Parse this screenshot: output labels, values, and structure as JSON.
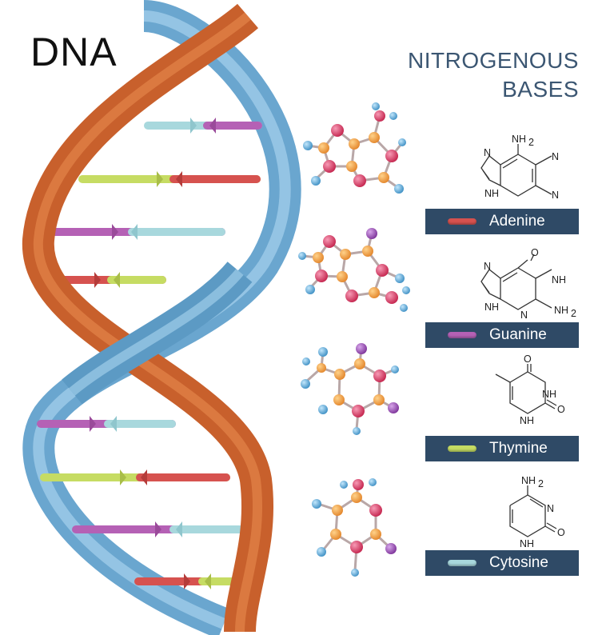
{
  "title": "DNA",
  "subtitle": {
    "line1": "NITROGENOUS",
    "line2": "BASES"
  },
  "bases": [
    {
      "name": "Adenine",
      "color": "#d6524f"
    },
    {
      "name": "Guanine",
      "color": "#b561b5"
    },
    {
      "name": "Thymine",
      "color": "#c6dc63"
    },
    {
      "name": "Cytosine",
      "color": "#a8d8dd"
    }
  ],
  "formula_labels": {
    "adenine": {
      "amine": "NH",
      "amine_sub": "2",
      "n1": "N",
      "n3": "N",
      "n7": "N",
      "nh9": "NH"
    },
    "guanine": {
      "oxygen": "O",
      "nh1": "NH",
      "n3": "N",
      "n7": "N",
      "nh9": "NH",
      "amine": "NH",
      "amine_sub": "2"
    },
    "thymine": {
      "o4": "O",
      "nh3": "NH",
      "nh1": "NH",
      "o2": "O"
    },
    "cytosine": {
      "amine": "NH",
      "amine_sub": "2",
      "n3": "N",
      "nh1": "NH",
      "o2": "O"
    }
  },
  "colors": {
    "strand_orange": "#c8602c",
    "strand_blue": "#5c9ac4",
    "label_bg": "#2f4a66",
    "subtitle": "#3b5672",
    "atom_orange": "#ee9a3a",
    "atom_red": "#d9365c",
    "atom_blue": "#5aa8d8",
    "atom_purple": "#8e44ad"
  }
}
